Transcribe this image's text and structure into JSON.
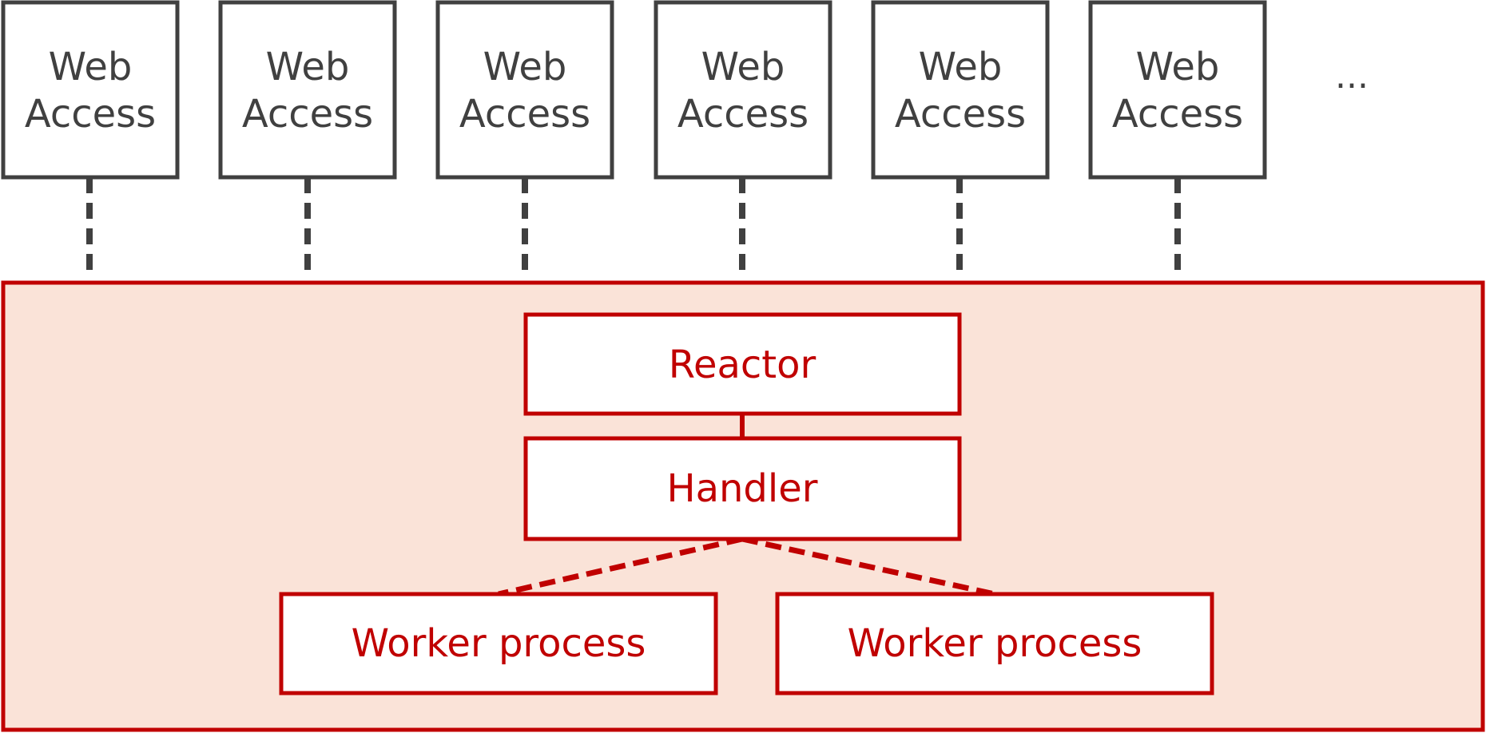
{
  "clients": [
    {
      "line1": "Web",
      "line2": "Access"
    },
    {
      "line1": "Web",
      "line2": "Access"
    },
    {
      "line1": "Web",
      "line2": "Access"
    },
    {
      "line1": "Web",
      "line2": "Access"
    },
    {
      "line1": "Web",
      "line2": "Access"
    },
    {
      "line1": "Web",
      "line2": "Access"
    }
  ],
  "more_indicator": "...",
  "server": {
    "reactor": "Reactor",
    "handler": "Handler",
    "workers": [
      "Worker process",
      "Worker process"
    ]
  },
  "colors": {
    "client_stroke": "#404040",
    "server_stroke": "#c00000",
    "server_fill": "#fae3d8",
    "box_fill": "#ffffff"
  }
}
